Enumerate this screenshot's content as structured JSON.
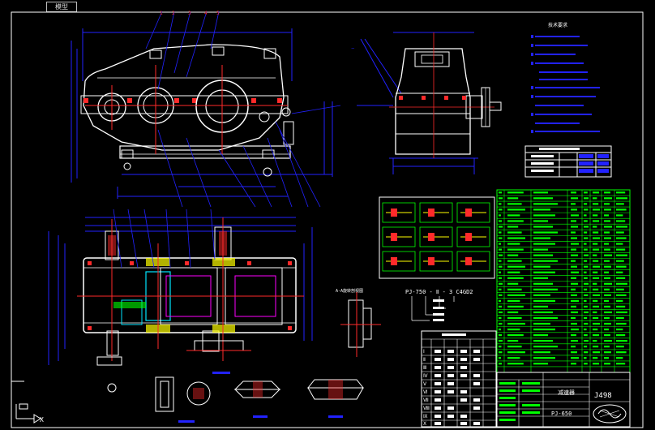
{
  "tab_label": "模型",
  "tech_notes": {
    "heading": "技术要求"
  },
  "type_code": {
    "text": "PJ-750 - Ⅱ - 3 C4GD2",
    "section_label": "A-A旋转剖视图"
  },
  "title_block": {
    "drawing_number": "J498",
    "product_name": "PJ-650",
    "label_name": "减速器"
  },
  "colors": {
    "background": "#000000",
    "outline": "#ffffff",
    "gear": "#ff2a2a",
    "dimension": "#0000ff",
    "table": "#00ff00",
    "cyan": "#00e5ff",
    "yellow": "#ffff00",
    "magenta": "#ff00ff"
  },
  "icons": [
    "ucs-axis-icon",
    "cad-logo-icon"
  ]
}
